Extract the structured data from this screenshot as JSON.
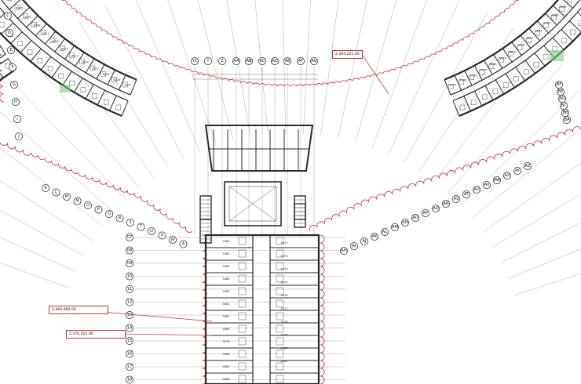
{
  "colors": {
    "wall": "#2a2a2a",
    "thin": "#555555",
    "grid": "#888888",
    "cloud": "#d03030",
    "leader": "#d03030",
    "landscape": "#7fc87f"
  },
  "callouts": {
    "top_right": "2,494,221.00",
    "left_upper": "2,484,980.00",
    "left_lower": "2,470,022.00"
  },
  "grid_top": [
    "Y1",
    "Y",
    "Z",
    "AA",
    "AB",
    "AC",
    "AD",
    "AE",
    "AF",
    "AG"
  ],
  "grid_right_upper": [
    "BF",
    "BE",
    "BD",
    "BC",
    "BB",
    "BA"
  ],
  "grid_right_lower": [
    "AZ",
    "AY",
    "AX",
    "AW",
    "AV",
    "AU",
    "AT",
    "AS",
    "AR",
    "AQ",
    "AP",
    "AO",
    "AN",
    "AM",
    "AL",
    "AK",
    "AJ",
    "AI",
    "AH"
  ],
  "grid_left_arc": [
    "K",
    "L",
    "M",
    "N",
    "O",
    "P",
    "Q",
    "R",
    "S",
    "T",
    "U",
    "V",
    "W",
    "A"
  ],
  "grid_left_top": [
    "C",
    "D",
    "E",
    "F",
    "G",
    "H",
    "I",
    "J"
  ],
  "grid_col_rows": [
    "07",
    "08",
    "09",
    "10",
    "11",
    "12",
    "13",
    "14",
    "15",
    "16",
    "17",
    "18"
  ],
  "rooms_core_left": [
    "3080",
    "3082",
    "3084",
    "3086",
    "3083",
    "3082",
    "3081",
    "3080",
    "3078",
    "3086",
    "3087",
    "3089"
  ],
  "rooms_core_right": [
    "3072",
    "3073",
    "3074",
    "3075",
    "3076",
    "3077",
    "3078",
    "3079",
    "3080",
    "3081"
  ],
  "rooms_left_wing": [
    "3001",
    "3003",
    "3005",
    "3007",
    "3009",
    "3011",
    "3013",
    "3015",
    "3017",
    "3019",
    "3021",
    "3023",
    "3025",
    "3027"
  ],
  "rooms_right_wing": [
    "3041",
    "3043",
    "3045",
    "3047",
    "3049",
    "3051",
    "3053",
    "3055",
    "3057",
    "3059",
    "3061",
    "3063",
    "3065",
    "3067",
    "3069"
  ]
}
